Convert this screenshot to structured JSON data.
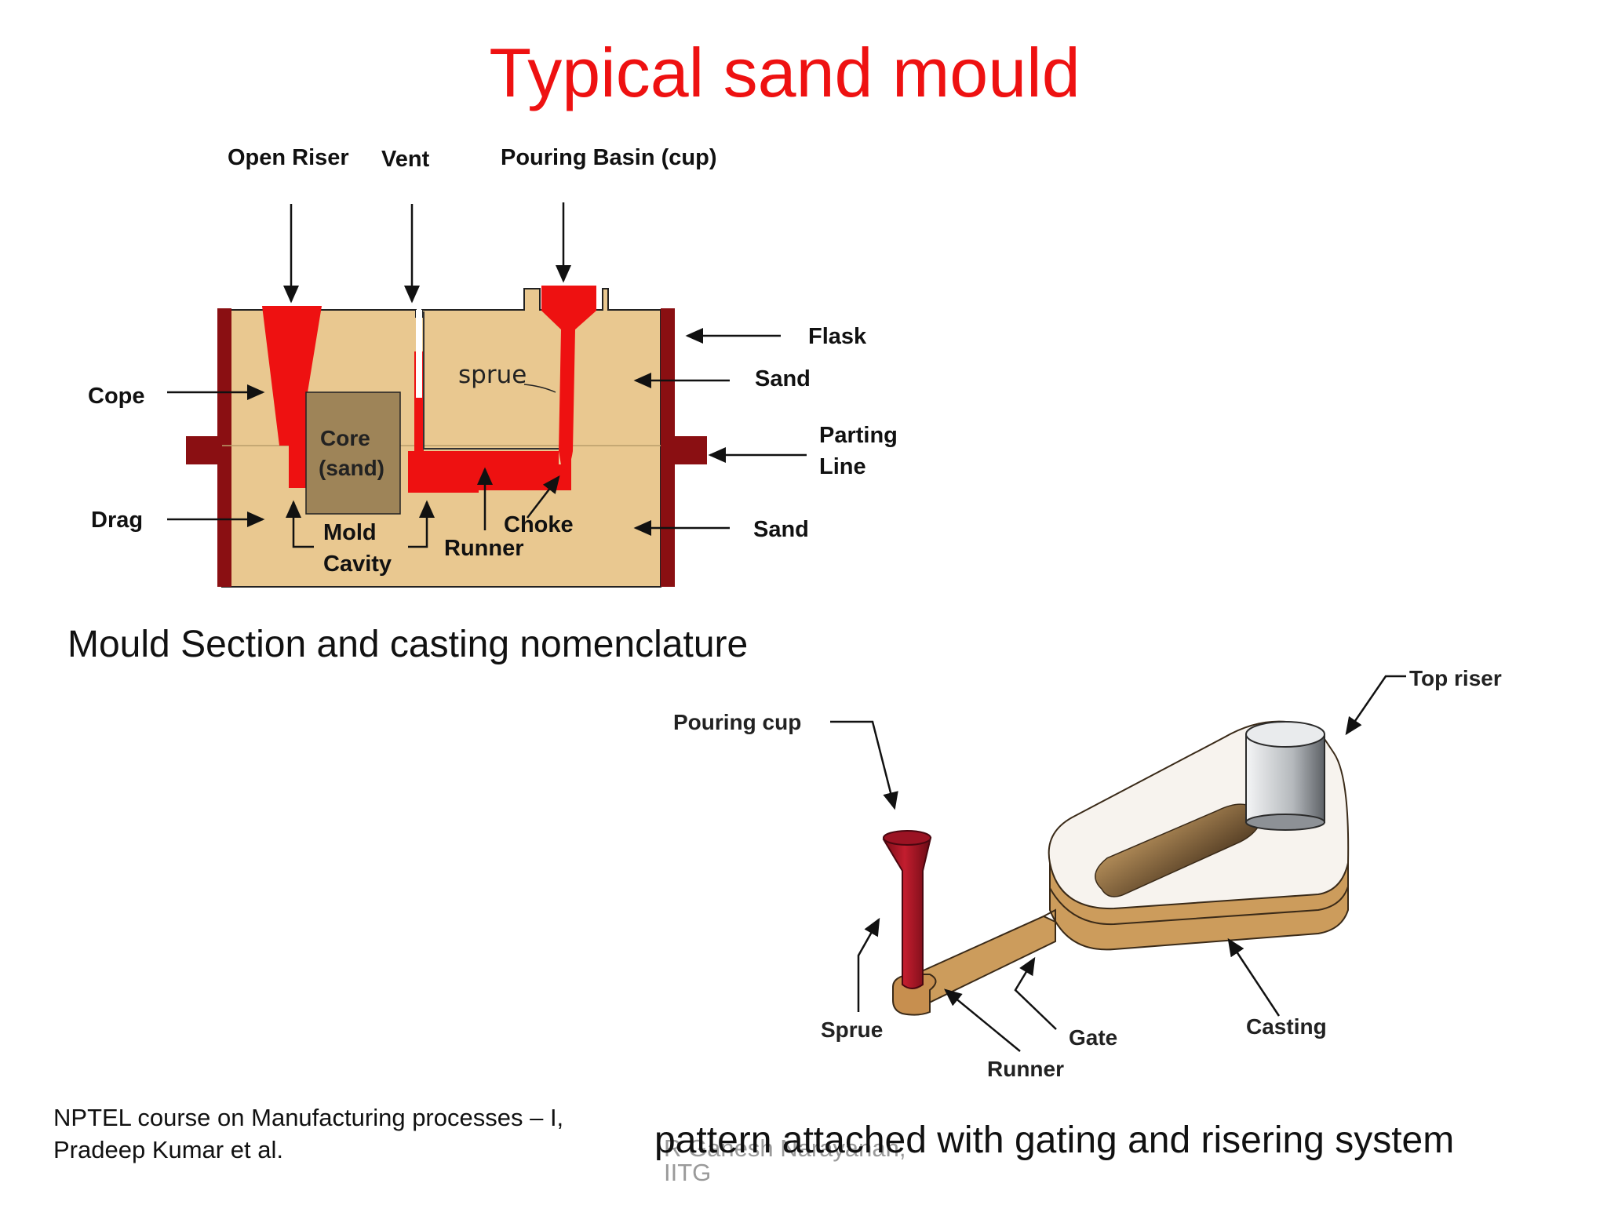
{
  "slide": {
    "title": "Typical sand mould",
    "caption_section": "Mould Section and casting nomenclature",
    "caption_pattern": "pattern attached with gating and risering system",
    "footer_credit": "NPTEL course on Manufacturing processes – I, Pradeep Kumar et al.",
    "watermark": "R Ganesh Narayanan, IITG"
  },
  "section_diagram": {
    "labels": {
      "open_riser": "Open Riser",
      "vent": "Vent",
      "pouring_basin": "Pouring Basin (cup)",
      "flask": "Flask",
      "sand_top": "Sand",
      "cope": "Cope",
      "parting_line_1": "Parting",
      "parting_line_2": "Line",
      "drag": "Drag",
      "sand_bottom": "Sand",
      "core_1": "Core",
      "core_2": "(sand)",
      "sprue": "sprue",
      "mold_cavity_1": "Mold",
      "mold_cavity_2": "Cavity",
      "runner": "Runner",
      "choke": "Choke"
    },
    "colors": {
      "sand": "#e9c890",
      "metal": "#ee1111",
      "flask": "#8a0f12",
      "core": "#9e8458"
    }
  },
  "pattern_diagram": {
    "labels": {
      "top_riser": "Top riser",
      "pouring_cup": "Pouring cup",
      "sprue": "Sprue",
      "gate": "Gate",
      "casting": "Casting",
      "runner": "Runner"
    },
    "colors": {
      "pattern": "#cc9c5c",
      "sprue": "#b0192a",
      "riser": "#c6c9cc"
    }
  }
}
